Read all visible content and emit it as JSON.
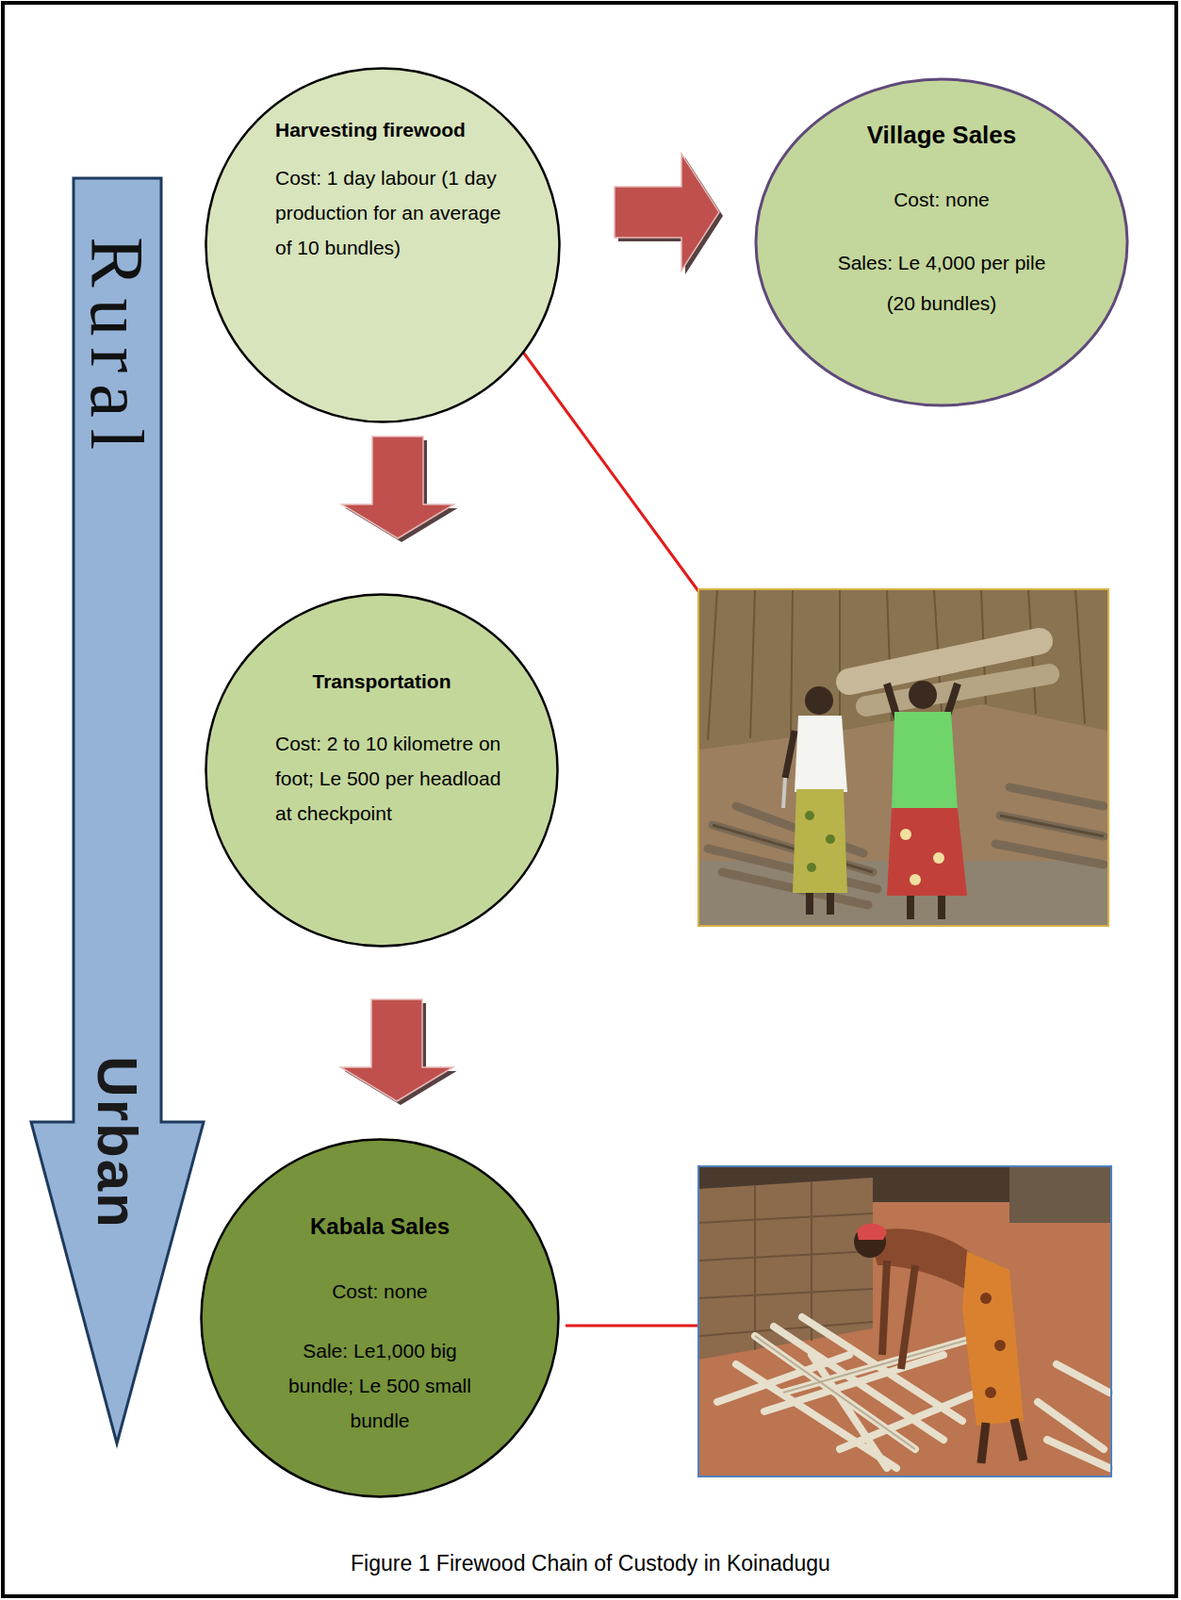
{
  "diagram": {
    "caption": "Figure 1 Firewood Chain of Custody in Koinadugu",
    "nodes": [
      {
        "text": [
          "Rural",
          "Urban"
        ]
      },
      {
        "text": [
          "Harvesting firewood",
          "Cost: 1 day labour (1 day production for an average of 10 bundles)"
        ]
      },
      {
        "text": [
          "Village Sales",
          "Cost: none",
          "Sales: Le 4,000 per pile (20 bundles)"
        ]
      },
      {
        "text": [
          "Transportation",
          "Cost: 2 to 10 kilometre on foot; Le 500 per headload at checkpoint"
        ]
      },
      {
        "text": [
          "Kabala Sales",
          "Cost: none",
          "Sale: Le1,000 big bundle; Le 500 small bundle"
        ]
      }
    ],
    "edges": [
      {
        "from": 1,
        "to": 2,
        "arrow": "to"
      },
      {
        "from": 1,
        "to": 3,
        "arrow": "to"
      },
      {
        "from": 3,
        "to": 4,
        "arrow": "to"
      }
    ]
  }
}
